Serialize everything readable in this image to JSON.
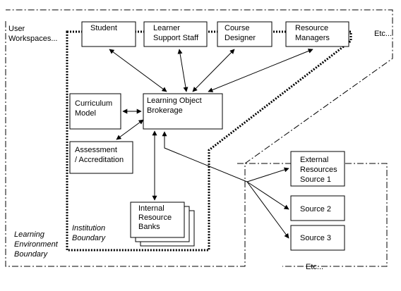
{
  "boundaries": {
    "user_workspaces": [
      "User",
      "Workspaces..."
    ],
    "etc_top": "Etc...",
    "etc_bottom": "Etc...",
    "learning_environment": [
      "Learning",
      "Environment",
      "Boundary"
    ],
    "institution": [
      "Institution",
      "Boundary"
    ]
  },
  "users": {
    "student": [
      "Student"
    ],
    "learner_support": [
      "Learner",
      "Support Staff"
    ],
    "course_designer": [
      "Course",
      "Designer"
    ],
    "resource_managers": [
      "Resource",
      "Managers"
    ]
  },
  "core": {
    "brokerage": [
      "Learning Object",
      "Brokerage"
    ],
    "curriculum": [
      "Curriculum",
      "Model"
    ],
    "assessment": [
      "Assessment",
      "/ Accreditation"
    ],
    "internal_banks": [
      "Internal",
      "Resource",
      "Banks"
    ]
  },
  "external": {
    "external_source_1": [
      "External",
      "Resources",
      "Source 1"
    ],
    "source_2": [
      "Source 2"
    ],
    "source_3": [
      "Source 3"
    ]
  }
}
